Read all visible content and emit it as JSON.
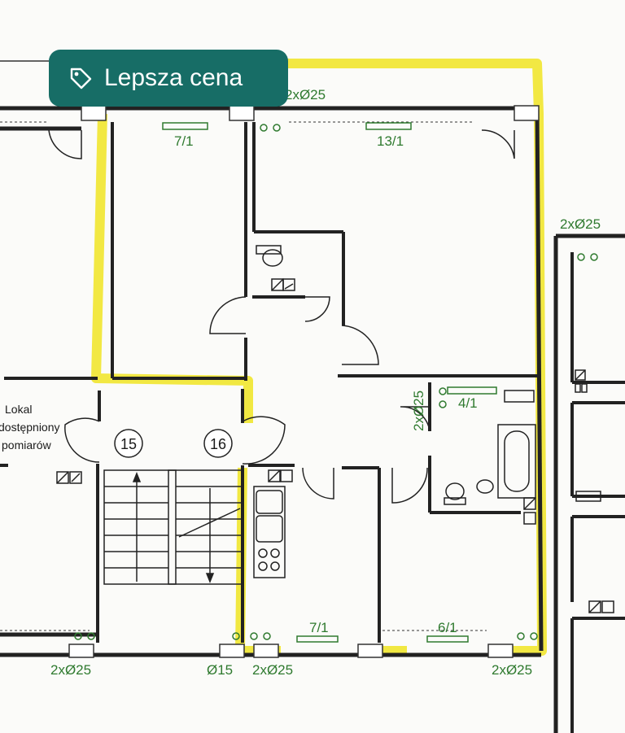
{
  "badge": {
    "label": "Lepsza cena",
    "icon": "price-tag-icon",
    "bg_color": "#176d66"
  },
  "highlight_color": "#f1e62f",
  "dimension_labels": {
    "top_center": "2xØ25",
    "top_left_window": "7/1",
    "top_right_window": "13/1",
    "right_wall": "2xØ25",
    "bathroom_window": "4/1",
    "bathroom_duct": "2xØ25",
    "bottom_left": "2xØ25",
    "bottom_duct": "Ø15",
    "bottom_center": "2xØ25",
    "bottom_right": "2xØ25",
    "bottom_kitchen_window": "7/1",
    "bottom_room_window": "6/1"
  },
  "stair_numbers": {
    "left": "15",
    "right": "16"
  },
  "side_note": {
    "line1": "Lokal",
    "line2": "dostępniony",
    "line3": "pomiarów"
  }
}
